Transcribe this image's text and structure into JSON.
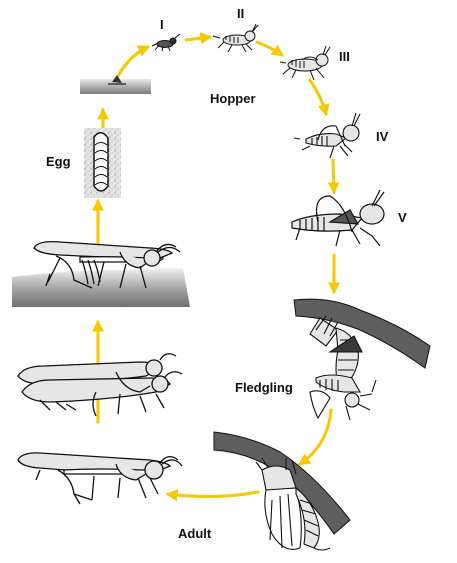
{
  "diagram": {
    "stage_labels": {
      "egg": "Egg",
      "hopper": "Hopper",
      "fledgling": "Fledgling",
      "adult": "Adult"
    },
    "instar_labels": [
      "I",
      "II",
      "III",
      "IV",
      "V"
    ],
    "colors": {
      "arrow": "#F5C800",
      "ground": "#8F8F8F",
      "branch": "#5E5E5E",
      "insect_fill": "#E6E6E6",
      "outline": "#111111"
    },
    "icons": [
      "egg-pod-icon",
      "locust-hopper-icon",
      "locust-fledgling-icon",
      "locust-adult-icon",
      "branch-icon",
      "ground-icon"
    ]
  }
}
